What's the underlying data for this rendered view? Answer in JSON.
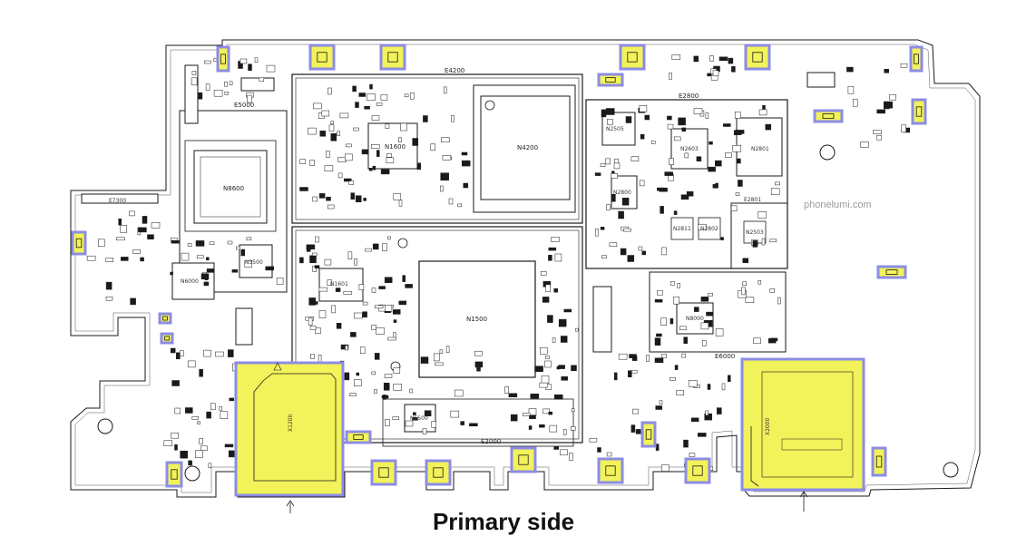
{
  "caption": "Primary side",
  "watermark": "phonelumi.com",
  "colors": {
    "highlight_fill": "#f2f25a",
    "highlight_border": "#8c8ce6",
    "line": "#1a1a1a",
    "board": "#ffffff"
  },
  "shield_labels": {
    "e4200": "E4200",
    "e2800": "E2800",
    "e5000": "E5000",
    "e2000": "E2000",
    "e6000": "E6000",
    "e2801": "E2801",
    "e7300": "E7300"
  },
  "chip_labels": {
    "n8600": "N8600",
    "n1600": "N1600",
    "n4200": "N4200",
    "n2505": "N2505",
    "n2603": "N2603",
    "n2801": "N2801",
    "n2800": "N2800",
    "n3500": "N3500",
    "n6000": "N6000",
    "n1601": "N1601",
    "n1500": "N1500",
    "n6500": "N6500",
    "n8000": "N8000",
    "n2811": "N2811",
    "n2802": "N2802",
    "n2503": "N2503"
  },
  "slot_labels": {
    "sd_slot": "X1200",
    "sim_slot": "X2000"
  }
}
